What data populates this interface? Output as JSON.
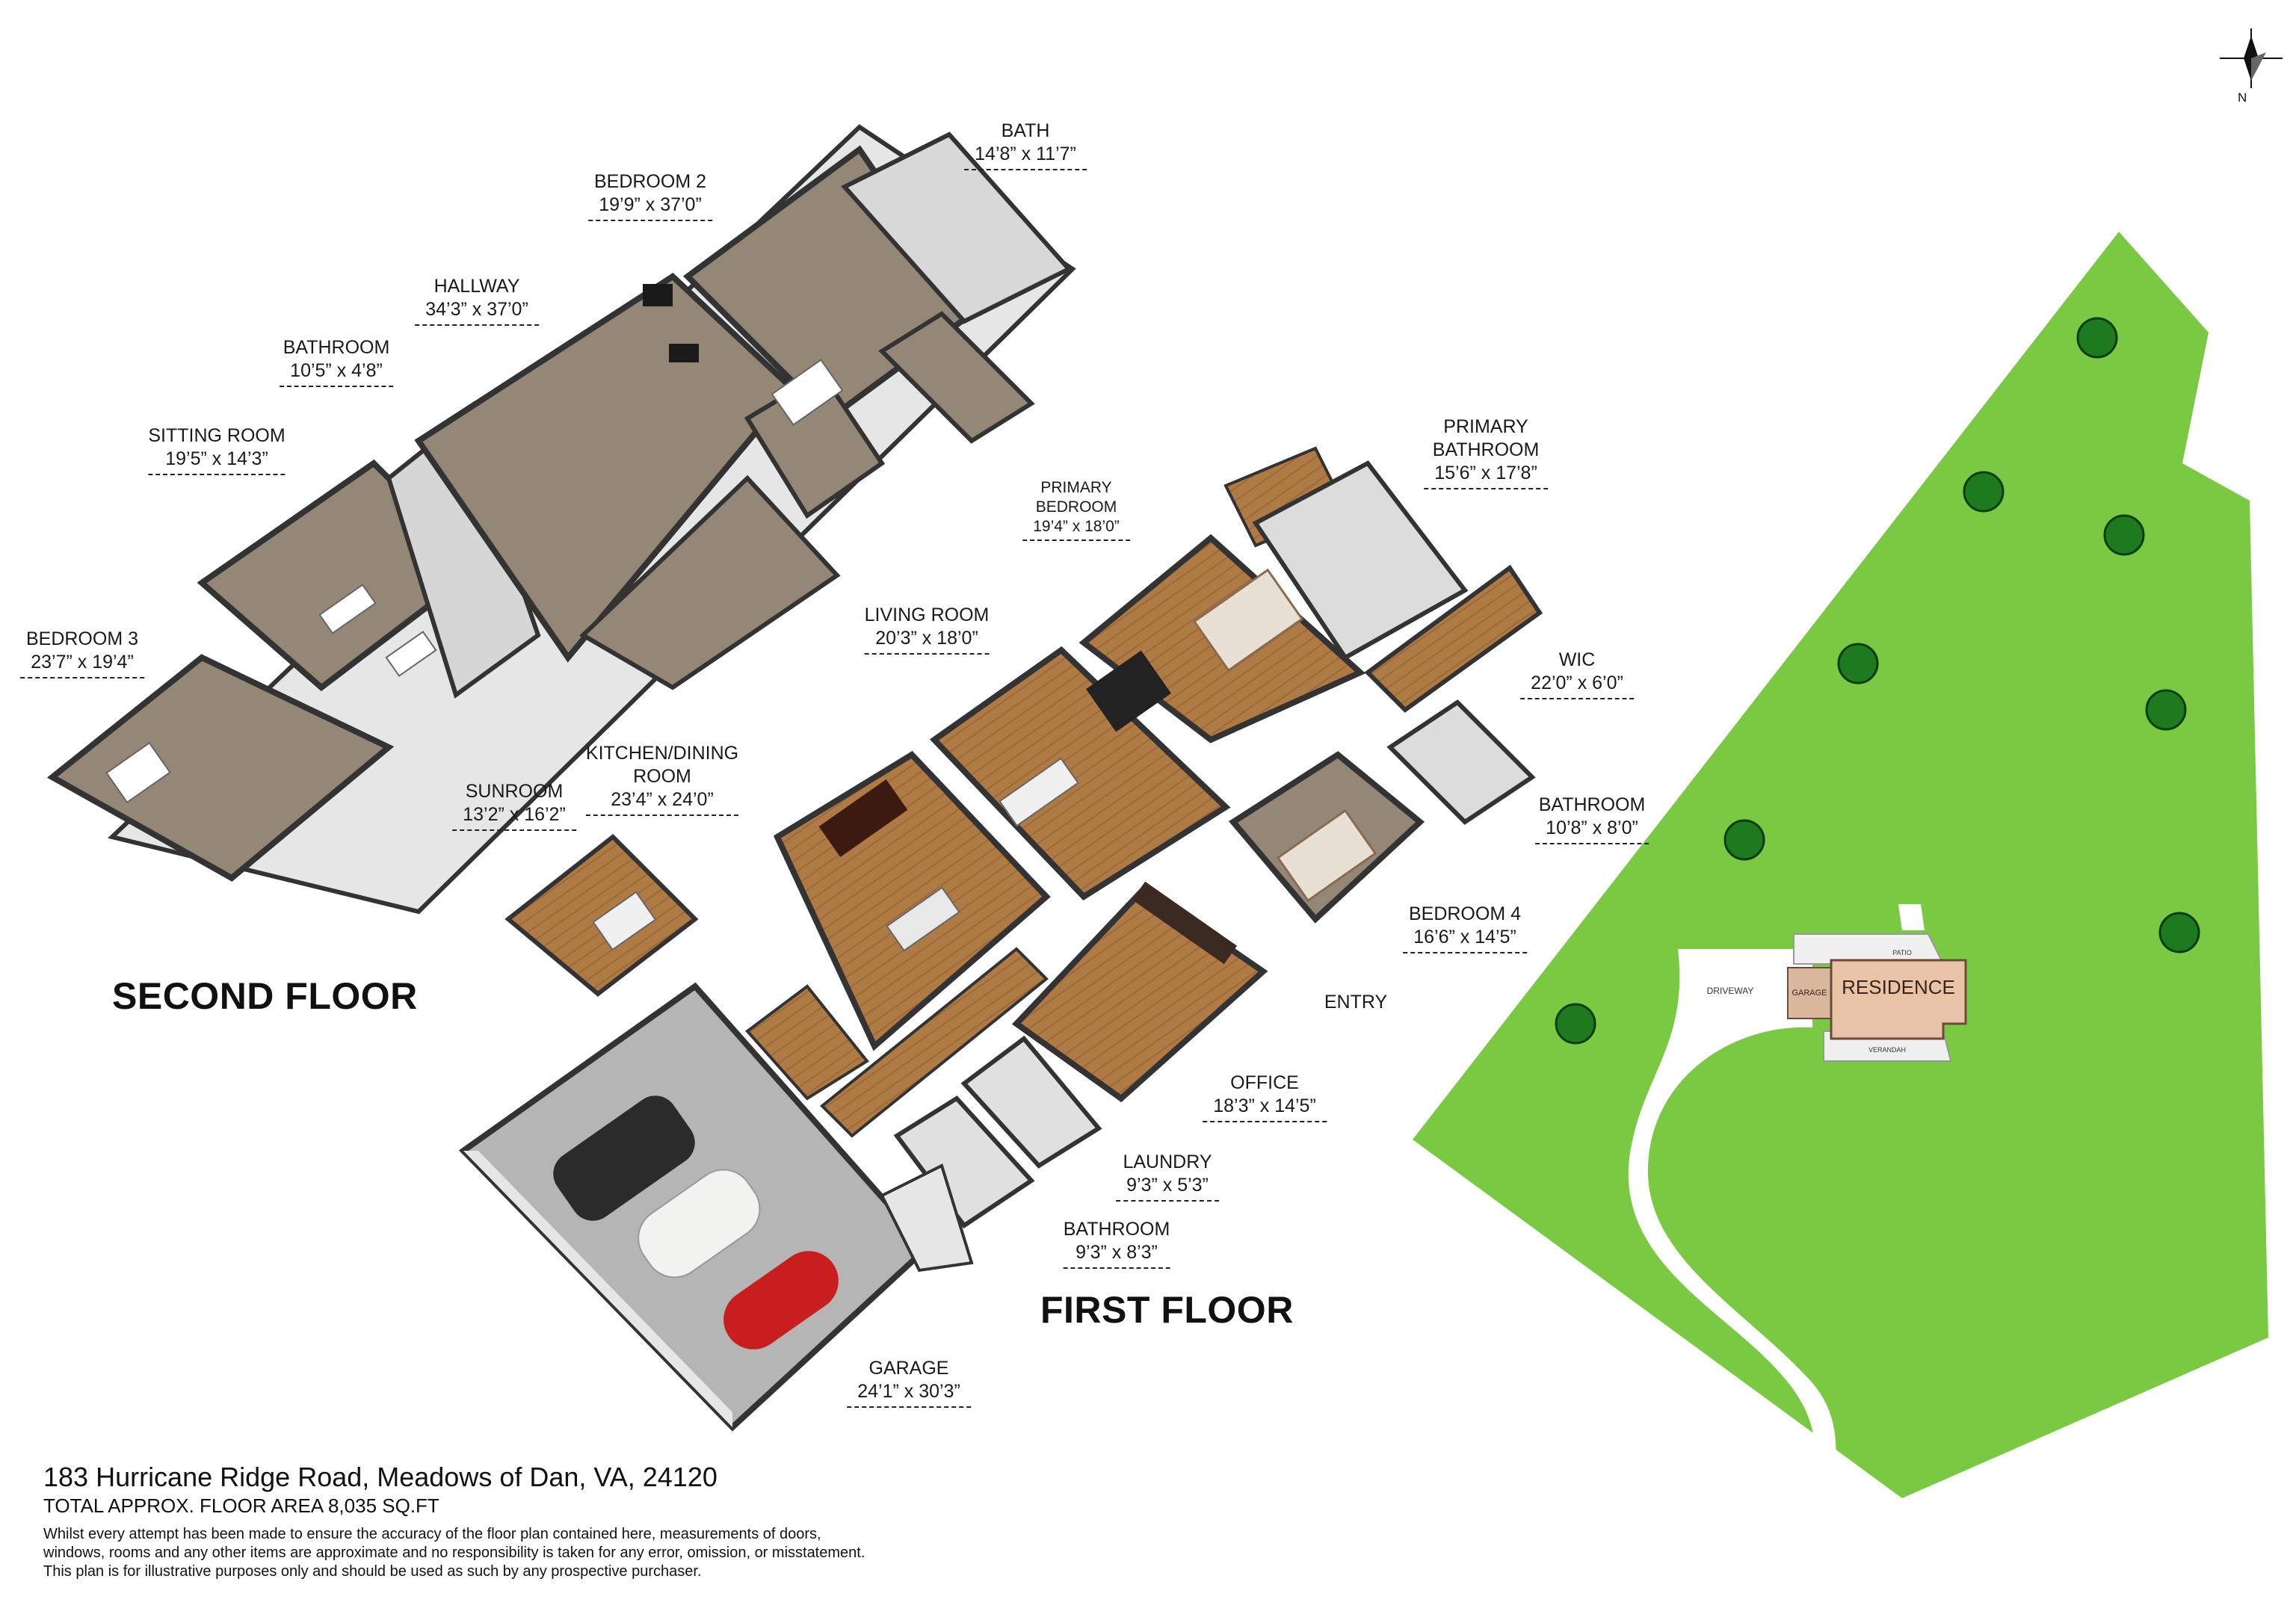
{
  "floors": {
    "second": "SECOND FLOOR",
    "first": "FIRST FLOOR"
  },
  "rooms": {
    "bath": {
      "name": "BATH",
      "dim": "14’8” x 11’7”"
    },
    "bedroom2": {
      "name": "BEDROOM 2",
      "dim": "19’9” x 37’0”"
    },
    "hallway": {
      "name": "HALLWAY",
      "dim": "34’3” x 37’0”"
    },
    "bathroom_upper": {
      "name": "BATHROOM",
      "dim": "10’5” x 4’8”"
    },
    "sitting_room": {
      "name": "SITTING ROOM",
      "dim": "19’5” x 14’3”"
    },
    "bedroom3": {
      "name": "BEDROOM 3",
      "dim": "23’7” x 19’4”"
    },
    "primary_bathroom": {
      "name": "PRIMARY\nBATHROOM",
      "dim": "15’6” x 17’8”"
    },
    "primary_bedroom": {
      "name": "PRIMARY\nBEDROOM",
      "dim": "19’4” x 18’0”"
    },
    "living_room": {
      "name": "LIVING ROOM",
      "dim": "20’3” x 18’0”"
    },
    "wic": {
      "name": "WIC",
      "dim": "22’0” x 6’0”"
    },
    "kitchen": {
      "name": "KITCHEN/DINING\nROOM",
      "dim": "23’4” x 24’0”"
    },
    "sunroom": {
      "name": "SUNROOM",
      "dim": "13’2” x 16’2”"
    },
    "bathroom_right": {
      "name": "BATHROOM",
      "dim": "10’8” x 8’0”"
    },
    "bedroom4": {
      "name": "BEDROOM 4",
      "dim": "16’6” x 14’5”"
    },
    "entry": {
      "name": "ENTRY",
      "dim": ""
    },
    "office": {
      "name": "OFFICE",
      "dim": "18’3” x 14’5”"
    },
    "laundry": {
      "name": "LAUNDRY",
      "dim": "9’3” x 5’3”"
    },
    "bathroom_lower": {
      "name": "BATHROOM",
      "dim": "9’3” x 8’3”"
    },
    "garage": {
      "name": "GARAGE",
      "dim": "24’1” x 30’3”"
    }
  },
  "site": {
    "residence": "RESIDENCE",
    "garage": "GARAGE",
    "driveway": "DRIVEWAY",
    "patio": "PATIO",
    "verandah": "VERANDAH",
    "north": "N",
    "lot_color": "#7ac943",
    "tree_color": "#1e7a1e",
    "residence_color": "#e8c3a8"
  },
  "footer": {
    "address": "183 Hurricane Ridge Road, Meadows of Dan, VA, 24120",
    "area": "TOTAL APPROX. FLOOR AREA 8,035 SQ.FT",
    "disclaimer": "Whilst every attempt has been made to ensure the accuracy of the floor plan contained here, measurements of doors,\nwindows, rooms and any other items are approximate and no responsibility is taken for any error, omission, or misstatement.\nThis plan is for illustrative purposes only and should be used as such by any prospective purchaser."
  },
  "colors": {
    "wood_floor": "#b07a45",
    "carpet": "#9e8f80",
    "tile": "#d9d9d9",
    "garage_floor": "#b5b5b5",
    "wall": "#f2f2f2",
    "wall_top": "#3a3a3a"
  }
}
